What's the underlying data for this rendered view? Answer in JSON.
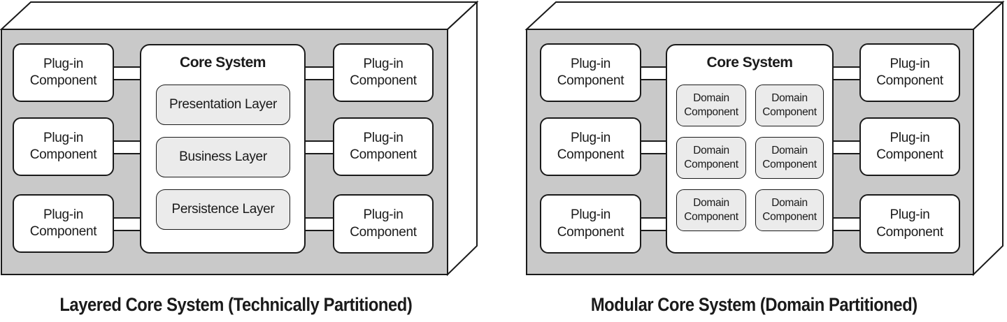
{
  "layered": {
    "caption": "Layered Core System (Technically Partitioned)",
    "core_title": "Core System",
    "layers": [
      "Presentation Layer",
      "Business Layer",
      "Persistence Layer"
    ],
    "plugins_left": [
      "Plug-in Component",
      "Plug-in Component",
      "Plug-in Component"
    ],
    "plugins_right": [
      "Plug-in Component",
      "Plug-in Component",
      "Plug-in Component"
    ]
  },
  "modular": {
    "caption": "Modular Core System (Domain Partitioned)",
    "core_title": "Core System",
    "domains": [
      "Domain Component",
      "Domain Component",
      "Domain Component",
      "Domain Component",
      "Domain Component",
      "Domain Component"
    ],
    "plugins_left": [
      "Plug-in Component",
      "Plug-in Component",
      "Plug-in Component"
    ],
    "plugins_right": [
      "Plug-in Component",
      "Plug-in Component",
      "Plug-in Component"
    ]
  },
  "colors": {
    "line": "#1a1a1a",
    "face": "#c9c9c9",
    "panel": "#ffffff",
    "inner": "#ebebeb",
    "bg": "#ffffff"
  }
}
